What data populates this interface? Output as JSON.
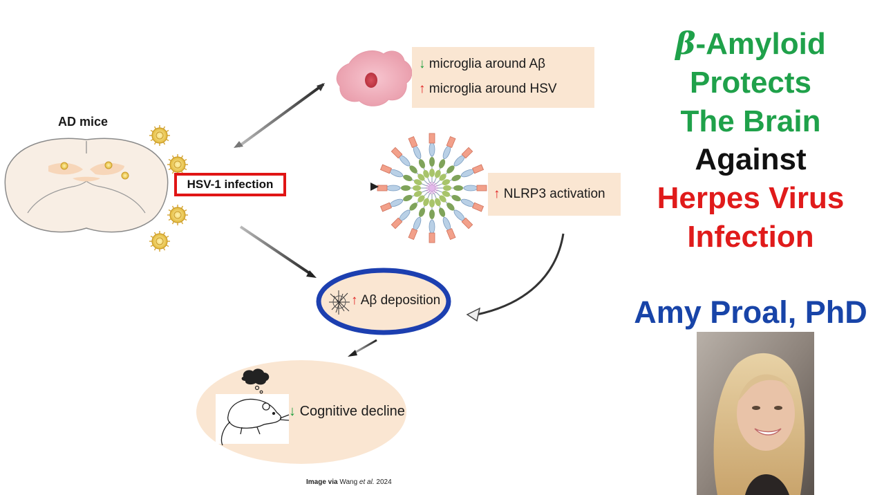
{
  "diagram": {
    "ad_mice_label": "AD mice",
    "hsv_label": "HSV-1 infection",
    "microglia_line1": "microglia around Aβ",
    "microglia_line2": "microglia around HSV",
    "nlrp3_label": "NLRP3 activation",
    "abeta_label": "Aβ deposition",
    "cognitive_label": "Cognitive decline",
    "arrow_up_glyph": "↑",
    "arrow_down_glyph": "↓",
    "credit_prefix": "Image via",
    "credit_author": "Wang",
    "credit_etal": "et al.",
    "credit_year": "2024"
  },
  "title": {
    "line1_symbol": "β",
    "line1_rest": "-Amyloid",
    "line2": "Protects",
    "line3": "The Brain",
    "line4": "Against",
    "line5": "Herpes Virus",
    "line6": "Infection"
  },
  "author": {
    "name": "Amy Proal, PhD"
  },
  "colors": {
    "green": "#1fa14a",
    "black": "#111111",
    "red": "#e01b1b",
    "blue": "#1844a8",
    "highlight_box": "#fae6d2",
    "hsv_border": "#e01515",
    "ellipse_border": "#1c3fb0"
  }
}
